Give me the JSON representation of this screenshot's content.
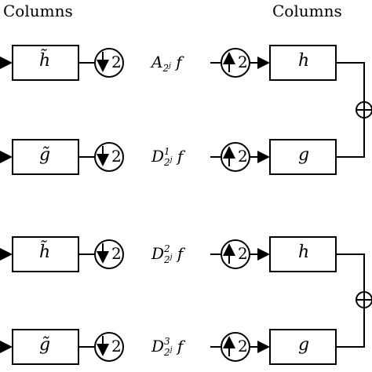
{
  "headers": {
    "left": "Columns",
    "right": "Columns"
  },
  "stages": [
    {
      "analysis_filter": "h̃",
      "signal_main": "A",
      "signal_sup": "",
      "signal_sub": "2",
      "signal_subsup": "j",
      "signal_tail": "f",
      "synthesis_filter": "h",
      "down": "2",
      "up": "2"
    },
    {
      "analysis_filter": "g̃",
      "signal_main": "D",
      "signal_sup": "1",
      "signal_sub": "2",
      "signal_subsup": "j",
      "signal_tail": "f",
      "synthesis_filter": "g",
      "down": "2",
      "up": "2"
    },
    {
      "analysis_filter": "h̃",
      "signal_main": "D",
      "signal_sup": "2",
      "signal_sub": "2",
      "signal_subsup": "j",
      "signal_tail": "f",
      "synthesis_filter": "h",
      "down": "2",
      "up": "2"
    },
    {
      "analysis_filter": "g̃",
      "signal_main": "D",
      "signal_sup": "3",
      "signal_sub": "2",
      "signal_subsup": "j",
      "signal_tail": "f",
      "synthesis_filter": "g",
      "down": "2",
      "up": "2"
    }
  ],
  "adders": [
    "+",
    "+"
  ]
}
